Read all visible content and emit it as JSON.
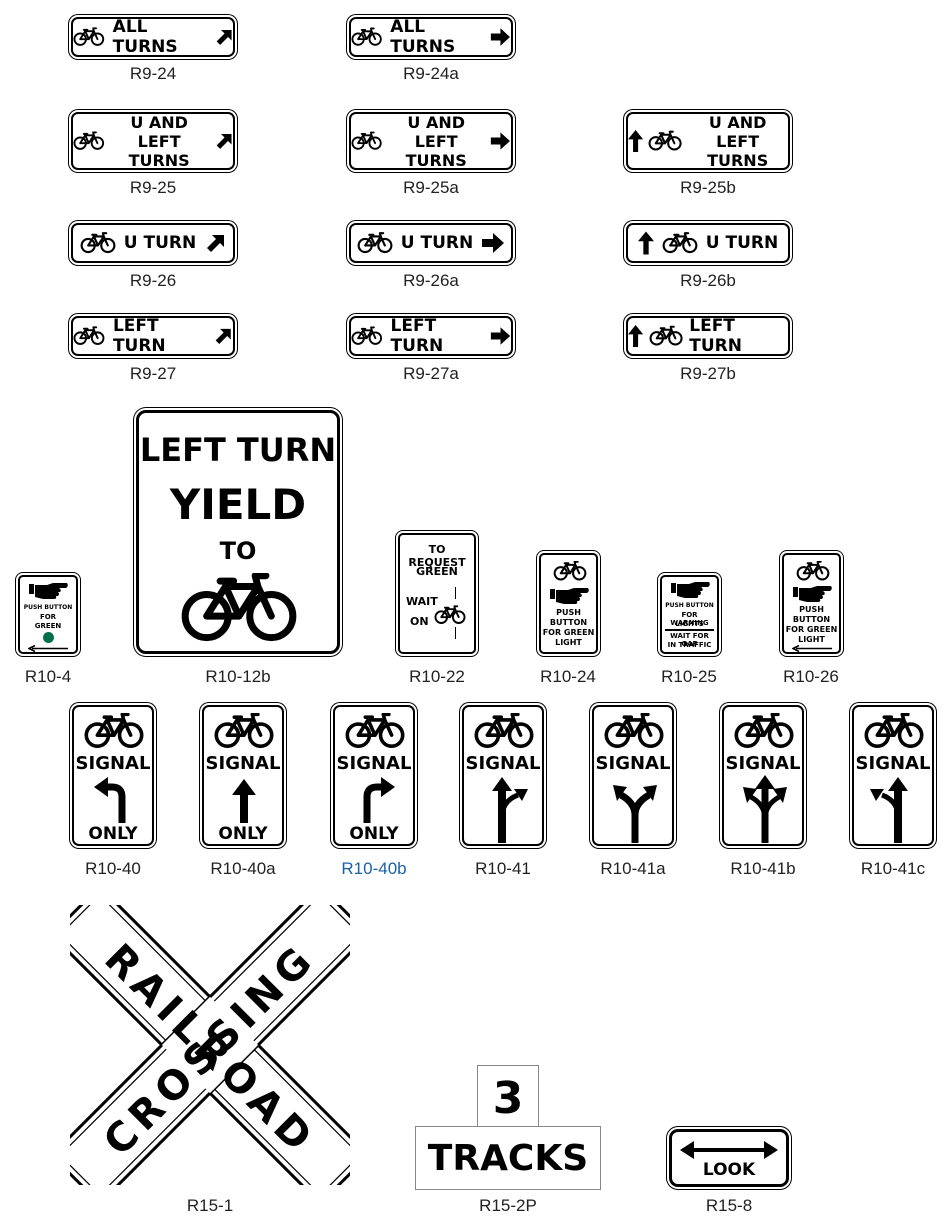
{
  "signs": {
    "r9_24": {
      "text": "ALL TURNS",
      "code": "R9-24"
    },
    "r9_24a": {
      "text": "ALL TURNS",
      "code": "R9-24a"
    },
    "r9_25": {
      "line1": "U AND LEFT",
      "line2": "TURNS",
      "code": "R9-25"
    },
    "r9_25a": {
      "line1": "U AND LEFT",
      "line2": "TURNS",
      "code": "R9-25a"
    },
    "r9_25b": {
      "line1": "U AND LEFT",
      "line2": "TURNS",
      "code": "R9-25b"
    },
    "r9_26": {
      "text": "U TURN",
      "code": "R9-26"
    },
    "r9_26a": {
      "text": "U TURN",
      "code": "R9-26a"
    },
    "r9_26b": {
      "text": "U TURN",
      "code": "R9-26b"
    },
    "r9_27": {
      "text": "LEFT TURN",
      "code": "R9-27"
    },
    "r9_27a": {
      "text": "LEFT TURN",
      "code": "R9-27a"
    },
    "r9_27b": {
      "text": "LEFT TURN",
      "code": "R9-27b"
    },
    "r10_4": {
      "line1": "PUSH BUTTON",
      "line2": "FOR",
      "line3": "GREEN",
      "code": "R10-4"
    },
    "r10_12b": {
      "line1": "LEFT TURN",
      "line2": "YIELD",
      "line3": "TO",
      "code": "R10-12b"
    },
    "r10_22": {
      "line1": "TO REQUEST",
      "line2": "GREEN",
      "line3": "WAIT",
      "line4": "ON",
      "code": "R10-22"
    },
    "r10_24": {
      "line1": "PUSH",
      "line2": "BUTTON",
      "line3": "FOR GREEN",
      "line4": "LIGHT",
      "code": "R10-24"
    },
    "r10_25": {
      "line1": "PUSH BUTTON",
      "line2": "FOR WARNING",
      "line3": "LIGHTS",
      "line4": "WAIT FOR GAP",
      "line5": "IN TRAFFIC",
      "code": "R10-25"
    },
    "r10_26": {
      "line1": "PUSH",
      "line2": "BUTTON",
      "line3": "FOR GREEN",
      "line4": "LIGHT",
      "code": "R10-26"
    },
    "r10_40": {
      "top": "SIGNAL",
      "bottom": "ONLY",
      "code": "R10-40"
    },
    "r10_40a": {
      "top": "SIGNAL",
      "bottom": "ONLY",
      "code": "R10-40a"
    },
    "r10_40b": {
      "top": "SIGNAL",
      "bottom": "ONLY",
      "code": "R10-40b"
    },
    "r10_41": {
      "top": "SIGNAL",
      "code": "R10-41"
    },
    "r10_41a": {
      "top": "SIGNAL",
      "code": "R10-41a"
    },
    "r10_41b": {
      "top": "SIGNAL",
      "code": "R10-41b"
    },
    "r10_41c": {
      "top": "SIGNAL",
      "code": "R10-41c"
    },
    "r15_1": {
      "word1": "RAILROAD",
      "word2": "CROSSING",
      "code": "R15-1"
    },
    "r15_2p": {
      "number": "3",
      "text": "TRACKS",
      "code": "R15-2P"
    },
    "r15_8": {
      "text": "LOOK",
      "code": "R15-8"
    }
  },
  "colors": {
    "green_light": "#00704a",
    "caption_highlight": "#1b5fa8"
  },
  "icons": [
    "bicycle-icon",
    "arrow-right-icon",
    "arrow-diagonal-icon",
    "arrow-up-icon",
    "hand-pointer-icon",
    "double-arrow-icon"
  ]
}
